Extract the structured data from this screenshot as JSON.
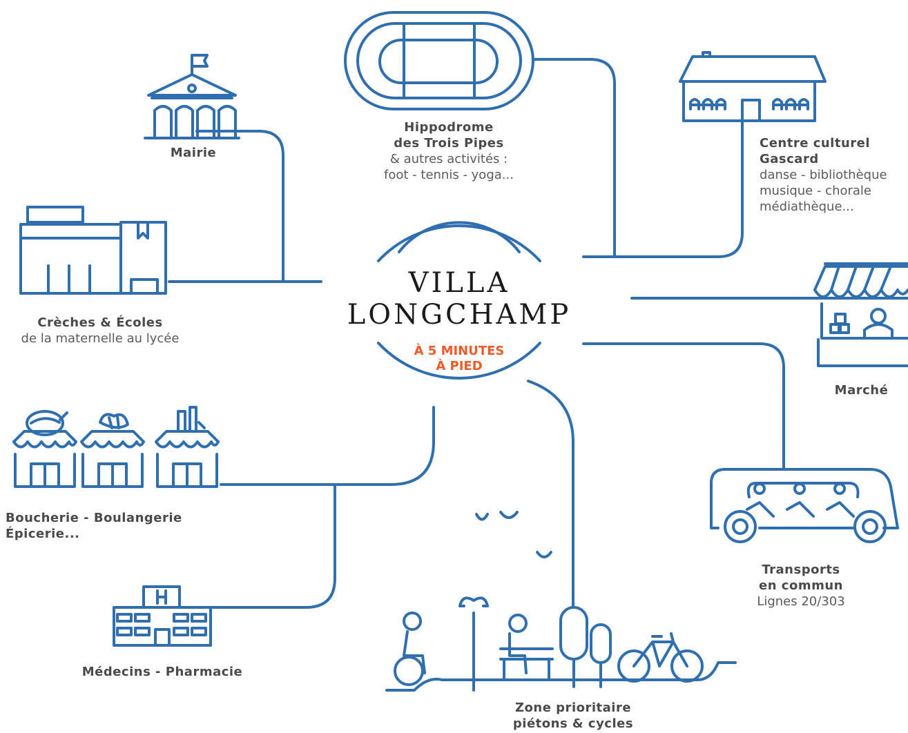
{
  "colors": {
    "line": "#2f6fb0",
    "accent": "#f05a28",
    "text": "#4a4a4a"
  },
  "center": {
    "title_line1": "VILLA",
    "title_line2": "LONGCHAMP",
    "badge_line1": "À 5 MINUTES",
    "badge_line2": "À PIED"
  },
  "labels": {
    "mairie": "Mairie",
    "hippodrome_bold1": "Hippodrome",
    "hippodrome_bold2": "des Trois Pipes",
    "hippodrome_text1": "& autres activités :",
    "hippodrome_text2": "foot - tennis - yoga...",
    "culture_bold1": "Centre culturel",
    "culture_bold2": "Gascard",
    "culture_text1": "danse - bibliothèque",
    "culture_text2": "musique - chorale",
    "culture_text3": "médiathèque...",
    "creches_bold": "Crèches & Écoles",
    "creches_text": "de la maternelle au lycée",
    "marche": "Marché",
    "shops_bold1": "Boucherie - Boulangerie",
    "shops_bold2": "Épicerie...",
    "transports_bold1": "Transports",
    "transports_bold2": "en commun",
    "transports_text": "Lignes 20/303",
    "medecins": "Médecins - Pharmacie",
    "zone_bold1": "Zone prioritaire",
    "zone_bold2": "piétons & cycles"
  },
  "icons": [
    "town-hall-icon",
    "racecourse-icon",
    "cultural-centre-icon",
    "school-building-icon",
    "market-stall-icon",
    "shops-icon",
    "bus-icon",
    "hospital-icon",
    "park-icon"
  ]
}
